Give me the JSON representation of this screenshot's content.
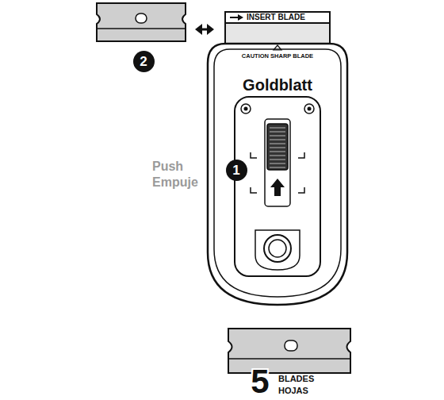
{
  "diagram": {
    "nodes": [
      {
        "text": [
          "2"
        ]
      },
      {
        "text": [
          "1"
        ]
      }
    ],
    "labels": [
      "INSERT BLADE",
      "CAUTION SHARP BLADE",
      "Goldblatt",
      "Push",
      "Empuje",
      "5",
      "BLADES",
      "HOJAS"
    ]
  }
}
